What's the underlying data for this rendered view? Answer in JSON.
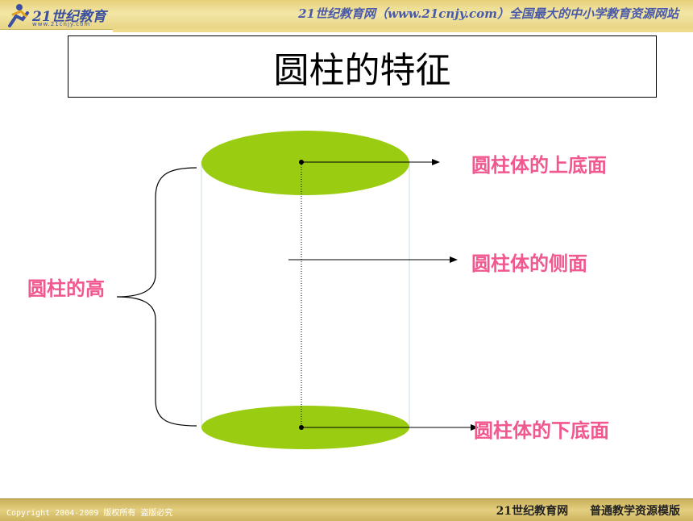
{
  "header": {
    "logo_text": "21世纪教育",
    "logo_sub": "www.21cnjy.com",
    "tagline": "21世纪教育网（www.21cnjy.com）全国最大的中小学教育资源网站"
  },
  "title": "圆柱的特征",
  "labels": {
    "top_base": "圆柱体的上底面",
    "side": "圆柱体的侧面",
    "bottom_base": "圆柱体的下底面",
    "height": "圆柱的高"
  },
  "colors": {
    "base_fill": "#9acd12",
    "label": "#f0588f"
  },
  "footer": {
    "copyright": "Copyright 2004-2009 版权所有 盗版必究",
    "brand": "21世纪教育网",
    "template": "普通教学资源模版"
  }
}
